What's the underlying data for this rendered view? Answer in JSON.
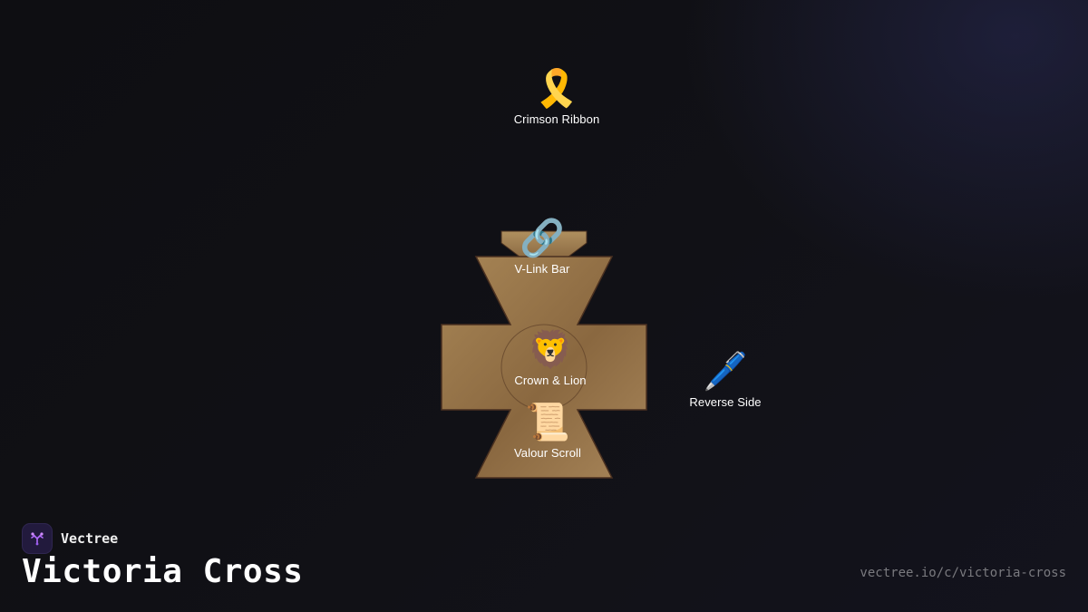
{
  "brand": {
    "name": "Vectree",
    "logo_icon": "vectree-tree-icon",
    "accent_color": "#b46cff"
  },
  "title": "Victoria Cross",
  "url": "vectree.io/c/victoria-cross",
  "colors": {
    "background": "#0f0f13",
    "bronze_light": "#a88656",
    "bronze_dark": "#6e4e30",
    "outline": "#4a3020"
  },
  "parts": [
    {
      "id": "crimson-ribbon",
      "icon": "ribbon-icon",
      "glyph": "🎗️",
      "label": "Crimson Ribbon"
    },
    {
      "id": "v-link-bar",
      "icon": "link-icon",
      "glyph": "🔗",
      "label": "V-Link Bar"
    },
    {
      "id": "crown-lion",
      "icon": "lion-icon",
      "glyph": "🦁",
      "label": "Crown & Lion"
    },
    {
      "id": "valour-scroll",
      "icon": "scroll-icon",
      "glyph": "📜",
      "label": "Valour Scroll"
    },
    {
      "id": "reverse-side",
      "icon": "pen-icon",
      "glyph": "🖊️",
      "label": "Reverse Side"
    }
  ]
}
